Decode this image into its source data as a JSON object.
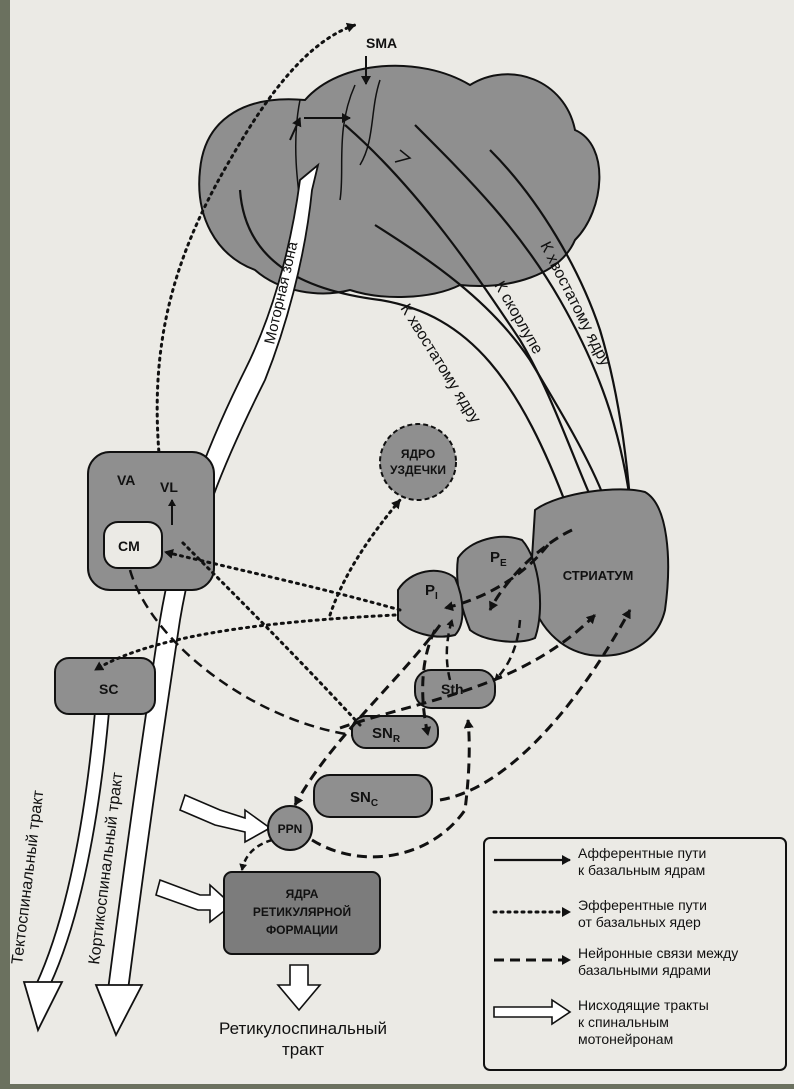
{
  "colors": {
    "frame": "#6b715f",
    "paper": "#ebeae5",
    "region": "#8f8f8f",
    "region_dark": "#7c7c7c",
    "stroke": "#111111"
  },
  "regions": {
    "sma": "SMA",
    "va": "VA",
    "vl": "VL",
    "cm": "CM",
    "sc": "SC",
    "habenula_line1": "ЯДРО",
    "habenula_line2": "УЗДЕЧКИ",
    "pi_main": "P",
    "pi_sub": "I",
    "pe_main": "P",
    "pe_sub": "E",
    "striatum": "СТРИАТУМ",
    "sth": "Sth",
    "snr_main": "SN",
    "snr_sub": "R",
    "snc_main": "SN",
    "snc_sub": "C",
    "ppn": "PPN",
    "reticular_line1": "ЯДРА",
    "reticular_line2": "РЕТИКУЛЯРНОЙ",
    "reticular_line3": "ФОРМАЦИИ"
  },
  "pathway_labels": {
    "motor_zone": "Моторная зона",
    "to_caudate_1": "К хвостатому ядру",
    "to_putamen": "К скорлупе",
    "to_caudate_2": "К хвостатому ядру",
    "tectospinal": "Тектоспинальный тракт",
    "corticospinal": "Кортикоспинальный тракт",
    "reticulospinal_line1": "Ретикулоспинальный",
    "reticulospinal_line2": "тракт"
  },
  "legend": [
    {
      "style": "solid-arrow",
      "line1": "Афферентные пути",
      "line2": "к базальным ядрам",
      "line3": ""
    },
    {
      "style": "dotted-arrow",
      "line1": "Эфферентные пути",
      "line2": "от базальных ядер",
      "line3": ""
    },
    {
      "style": "dashed-arrow",
      "line1": "Нейронные связи между",
      "line2": "базальными ядрами",
      "line3": ""
    },
    {
      "style": "hollow-arrow",
      "line1": "Нисходящие тракты",
      "line2": "к спинальным",
      "line3": "мотонейронам"
    }
  ]
}
